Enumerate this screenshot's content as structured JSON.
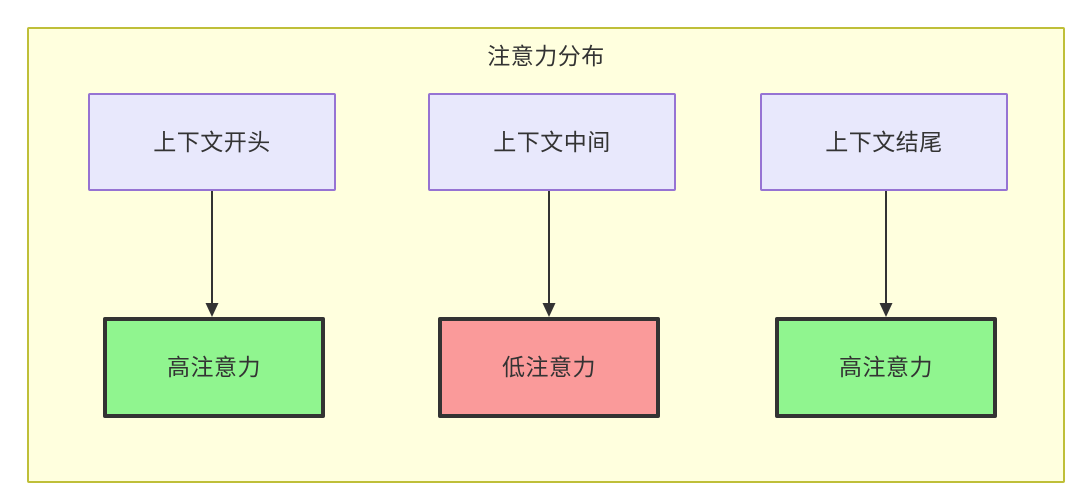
{
  "diagram": {
    "title": "注意力分布",
    "container": {
      "fill": "#ffffde",
      "stroke": "#bfbf38"
    },
    "columns": [
      {
        "id": "start",
        "context": {
          "label": "上下文开头",
          "fill": "#e8e8fc",
          "stroke": "#9673d3"
        },
        "attention": {
          "label": "高注意力",
          "fill": "#90f58f",
          "stroke": "#333333",
          "level": "high"
        }
      },
      {
        "id": "middle",
        "context": {
          "label": "上下文中间",
          "fill": "#e8e8fc",
          "stroke": "#9673d3"
        },
        "attention": {
          "label": "低注意力",
          "fill": "#fa9a9a",
          "stroke": "#333333",
          "level": "low"
        }
      },
      {
        "id": "end",
        "context": {
          "label": "上下文结尾",
          "fill": "#e8e8fc",
          "stroke": "#9673d3"
        },
        "attention": {
          "label": "高注意力",
          "fill": "#90f58f",
          "stroke": "#333333",
          "level": "high"
        }
      }
    ],
    "edge_color": "#333333"
  }
}
